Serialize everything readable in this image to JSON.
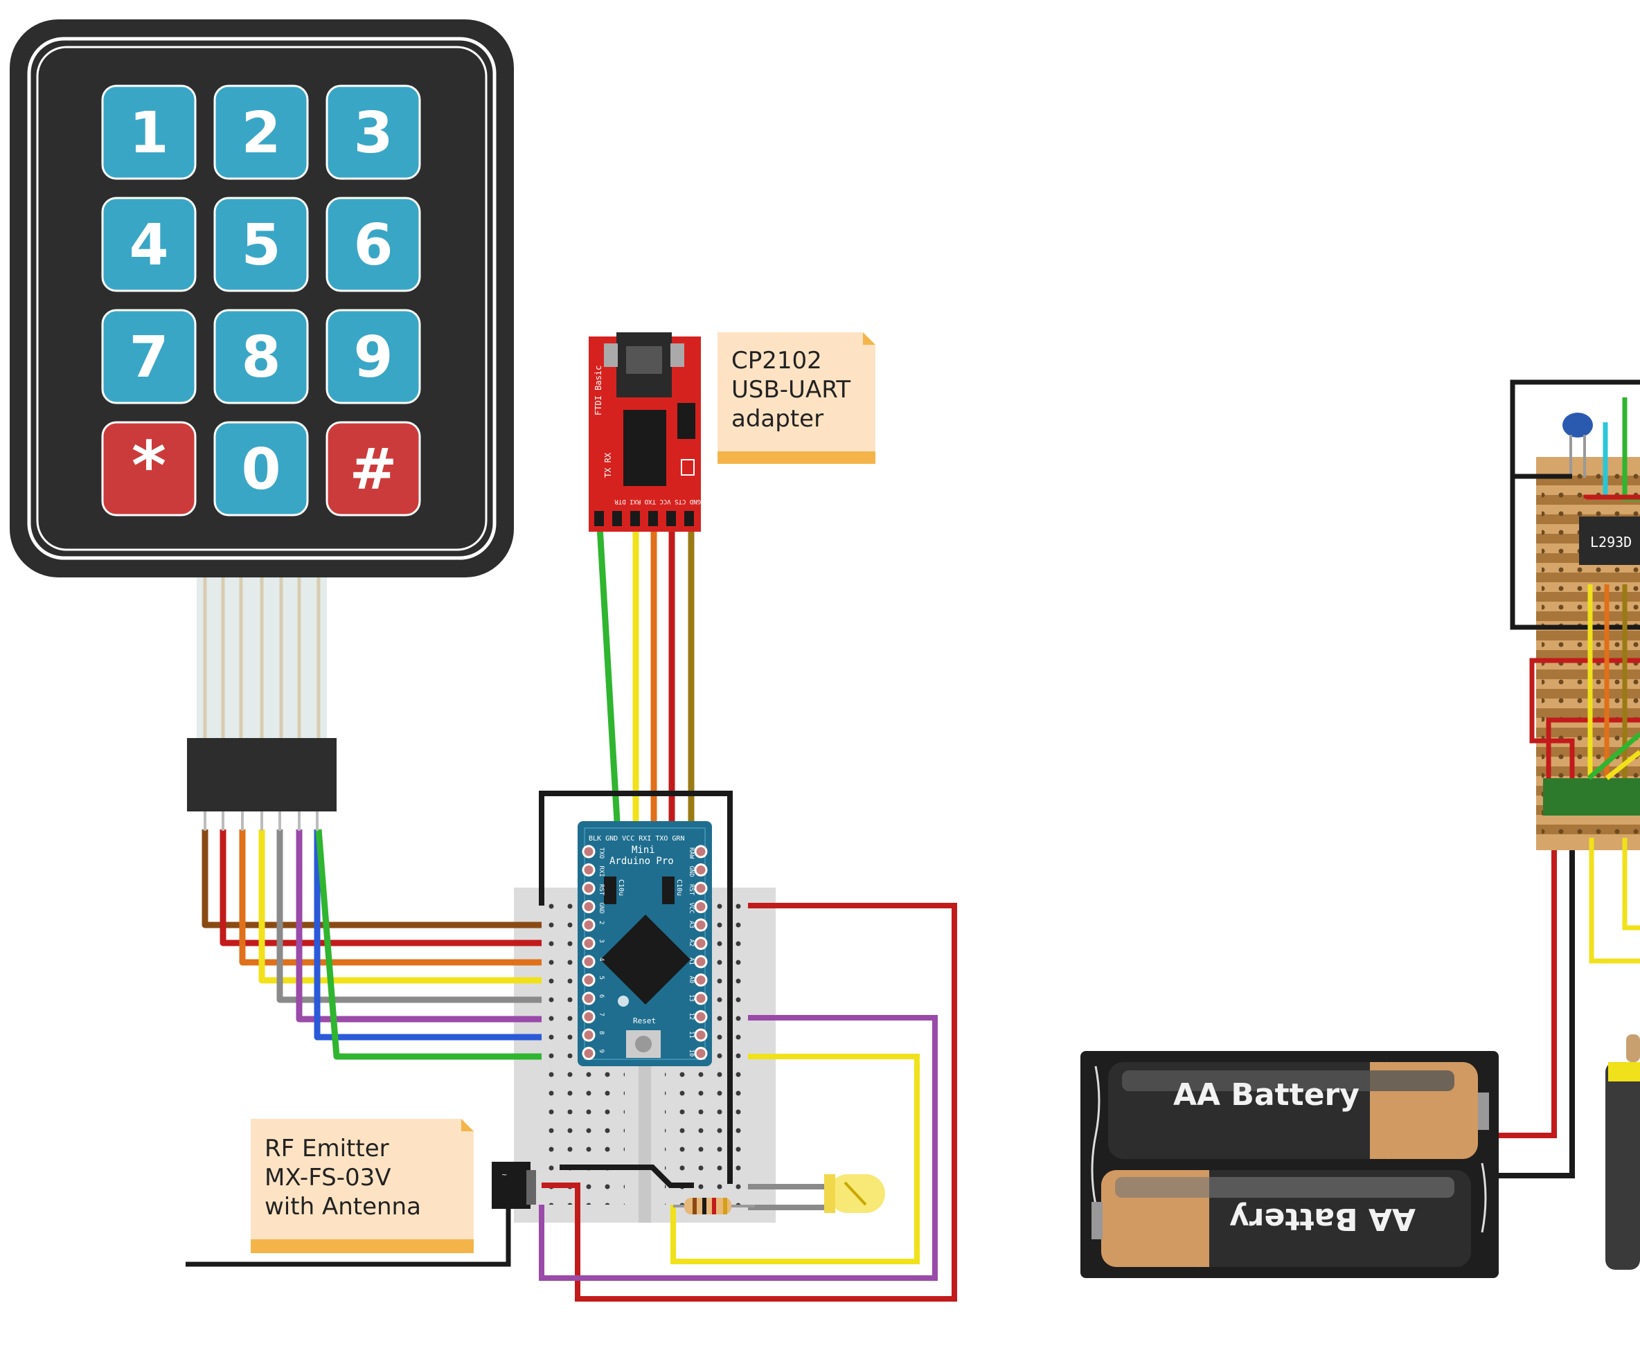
{
  "keypad": {
    "keys": [
      "1",
      "2",
      "3",
      "4",
      "5",
      "6",
      "7",
      "8",
      "9",
      "*",
      "0",
      "#"
    ],
    "colors": {
      "key": "#3aa6c6",
      "special": "#cc3b3b",
      "body": "#2d2d2d"
    }
  },
  "usb_adapter": {
    "board_label": "FTDI Basic",
    "led_labels": "TX RX",
    "pin_labels": "GND CTS VCC TXO RXI DTR"
  },
  "note_usb": {
    "lines": [
      "CP2102",
      "USB-UART",
      "adapter"
    ]
  },
  "arduino": {
    "name_line1": "Mini",
    "name_line2": "Arduino Pro",
    "reset_label": "Reset",
    "chip_label": "C10u",
    "top_pins": "BLK GND VCC RXI TXO GRN",
    "left_pins": [
      "TXO",
      "RXI",
      "RST",
      "GND",
      "2",
      "3",
      "4",
      "5",
      "6",
      "7",
      "8",
      "9"
    ],
    "right_pins": [
      "RAW",
      "GND",
      "RST",
      "VCC",
      "A3",
      "A2",
      "A1",
      "A0",
      "13",
      "12",
      "11",
      "10"
    ]
  },
  "note_rf": {
    "lines": [
      "RF Emitter",
      "MX-FS-03V",
      "with Antenna"
    ]
  },
  "battery": {
    "label_top": "AA Battery",
    "label_bottom": "AA Battery"
  },
  "ic": {
    "label": "L293D"
  },
  "wire_colors": {
    "black": "#1a1a1a",
    "red": "#c21b1b",
    "green": "#2fb52f",
    "yellow": "#f0e11a",
    "orange": "#e0701a",
    "brown": "#8a4a14",
    "olive": "#9a7a14",
    "grey": "#8a8a8a",
    "purple": "#9a4aa8",
    "blue": "#2a5ad8",
    "cyan": "#2ac6d8"
  }
}
